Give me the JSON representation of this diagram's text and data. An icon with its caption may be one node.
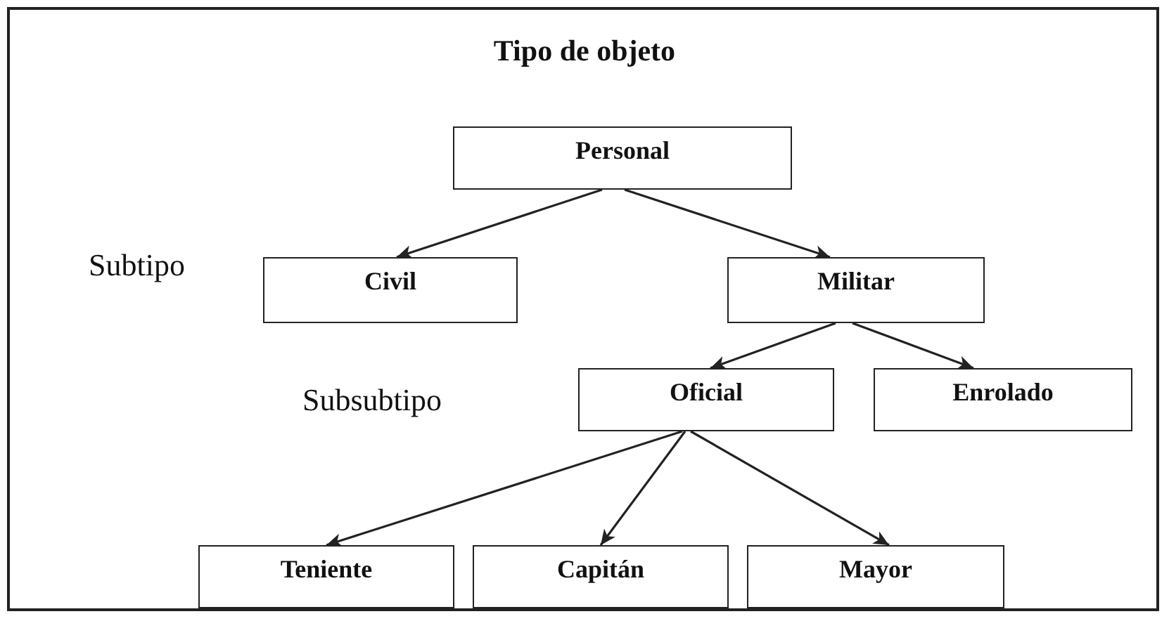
{
  "diagram": {
    "title": "Tipo de objeto",
    "nodes": [
      {
        "text": [
          "Personal"
        ]
      },
      {
        "text": [
          "Civil"
        ]
      },
      {
        "text": [
          "Militar"
        ]
      },
      {
        "text": [
          "Oficial"
        ]
      },
      {
        "text": [
          "Enrolado"
        ]
      },
      {
        "text": [
          "Teniente"
        ]
      },
      {
        "text": [
          "Capitán"
        ]
      },
      {
        "text": [
          "Mayor"
        ]
      }
    ],
    "edges": [
      {
        "from": 0,
        "to": 1,
        "arrow": "to"
      },
      {
        "from": 0,
        "to": 2,
        "arrow": "to"
      },
      {
        "from": 2,
        "to": 3,
        "arrow": "to"
      },
      {
        "from": 2,
        "to": 4,
        "arrow": "to"
      },
      {
        "from": 3,
        "to": 5,
        "arrow": "to"
      },
      {
        "from": 3,
        "to": 6,
        "arrow": "to"
      },
      {
        "from": 3,
        "to": 7,
        "arrow": "to"
      }
    ],
    "labels": [
      "Subtipo",
      "Subsubtipo"
    ]
  }
}
